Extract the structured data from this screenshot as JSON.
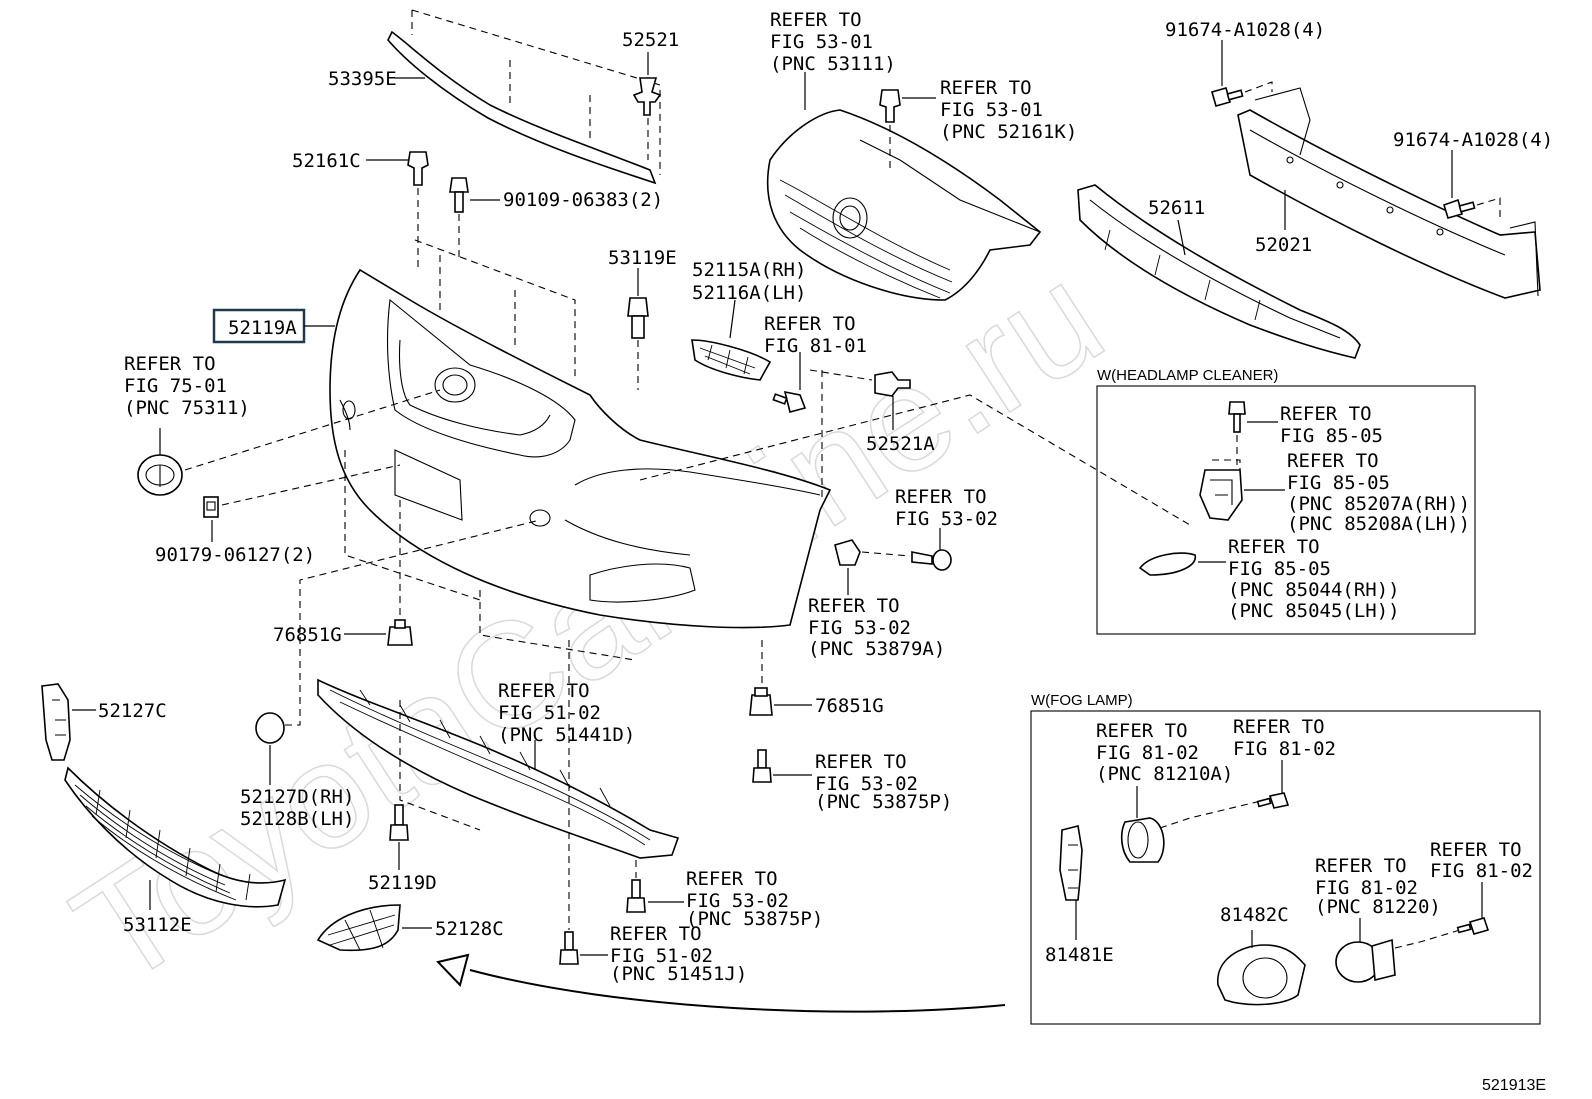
{
  "watermark": "ToyotaCarMine.ru",
  "figure_code": "521913E",
  "labels": {
    "p53395E": "53395E",
    "p52521": "52521",
    "p52161C": "52161C",
    "p90109": "90109-06383(2)",
    "p53119E": "53119E",
    "p52119A": "52119A",
    "ref_75_01": [
      "REFER TO",
      "FIG 75-01",
      "(PNC 75311)"
    ],
    "p90179": "90179-06127(2)",
    "p76851G_left": "76851G",
    "p52127C": "52127C",
    "p52127D": [
      "52127D(RH)",
      "52128B(LH)"
    ],
    "p53112E": "53112E",
    "p52119D": "52119D",
    "p52128C": "52128C",
    "ref_53_01_grille": [
      "REFER TO",
      "FIG 53-01",
      "(PNC 53111)"
    ],
    "ref_53_01_clip": [
      "REFER TO",
      "FIG 53-01",
      "(PNC 52161K)"
    ],
    "p52115A": [
      "52115A(RH)",
      "52116A(LH)"
    ],
    "ref_81_01": [
      "REFER TO",
      "FIG 81-01"
    ],
    "p52521A": "52521A",
    "ref_53_02_a": [
      "REFER TO",
      "FIG 53-02"
    ],
    "ref_53_02_b": [
      "REFER TO",
      "FIG 53-02",
      "(PNC 53879A)"
    ],
    "ref_51_02_a": [
      "REFER TO",
      "FIG 51-02",
      "(PNC 51441D)"
    ],
    "p76851G_right": "76851G",
    "ref_53_02_c": [
      "REFER TO",
      "FIG 53-02",
      "(PNC 53875P)"
    ],
    "ref_53_02_d": [
      "REFER TO",
      "FIG 53-02",
      "(PNC 53875P)"
    ],
    "ref_51_02_b": [
      "REFER TO",
      "FIG 51-02",
      "(PNC 51451J)"
    ],
    "p91674_top": "91674-A1028(4)",
    "p91674_right": "91674-A1028(4)",
    "p52611": "52611",
    "p52021": "52021"
  },
  "headlamp_box": {
    "title": "W(HEADLAMP CLEANER)",
    "ref_a": [
      "REFER TO",
      "FIG 85-05"
    ],
    "ref_b": [
      "REFER TO",
      "FIG 85-05",
      "(PNC 85207A(RH))",
      "(PNC 85208A(LH))"
    ],
    "ref_c": [
      "REFER TO",
      "FIG 85-05",
      "(PNC 85044(RH))",
      "(PNC 85045(LH))"
    ]
  },
  "fog_box": {
    "title": "W(FOG LAMP)",
    "ref_a": [
      "REFER TO",
      "FIG 81-02",
      "(PNC 81210A)"
    ],
    "ref_b": [
      "REFER TO",
      "FIG 81-02"
    ],
    "ref_c": [
      "REFER TO",
      "FIG 81-02",
      "(PNC 81220)"
    ],
    "ref_d": [
      "REFER TO",
      "FIG 81-02"
    ],
    "p81481E": "81481E",
    "p81482C": "81482C"
  }
}
